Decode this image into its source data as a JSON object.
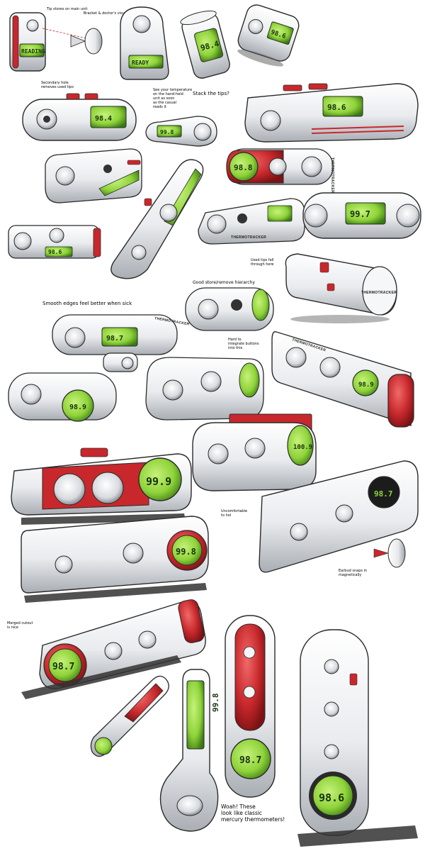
{
  "colors": {
    "body": "#eef0f2",
    "shade": "#a9aeb4",
    "outline": "#2a2a2a",
    "accent": "#c8282c",
    "lcd": "#8fd33a",
    "lcd_dark": "#3a7a12",
    "shadow": "#5a5a5a"
  },
  "annotations": {
    "strap_note": "Tip stores on main unit",
    "bracket_note": "Bracket & doctor's visual mirror",
    "tips_note": "Secondary hole removes used tips",
    "temp_note": "See your temperature\non the hand-held\nunit as soon\nas the casual\nreads it",
    "stack_note": "Stack the tips?",
    "used_tips_note": "Used tips fall\nthrough here",
    "hierarchy_note": "Good store/remove hierarchy",
    "smooth_note": "Smooth edges feel better when sick",
    "buttons_note": "Hard to\nintegrate buttons\ninto this",
    "uncomfortable_note": "Uncomfortable\nto hol",
    "magnet_note": "Earbud snaps in\nmagnetically",
    "cutout_note": "Merged cutout\nis nice",
    "mercury_note": "Woah! These\nlook like classic\nmercury thermometers!"
  },
  "brand": {
    "name": "THERMOTRACKER"
  },
  "readouts": {
    "reading": "READING",
    "ready": "READY",
    "v1": "98.4",
    "v2": "98.6",
    "v3": "99.8",
    "v4": "98.8",
    "v5": "98.6",
    "v6": "99.7",
    "v7": "98.6",
    "v8": "98.7",
    "v9": "98.9",
    "v10": "98.9",
    "v11": "100.9",
    "v12": "99.9",
    "v13": "98.7",
    "v14": "99.8",
    "v15": "98.6",
    "v16": "98.7",
    "v17": "98.6"
  }
}
